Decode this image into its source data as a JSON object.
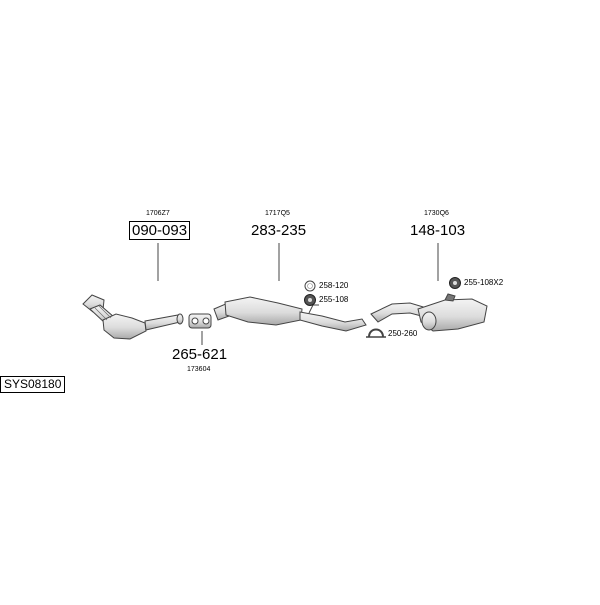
{
  "system_code": "SYS08180",
  "parts": [
    {
      "id": "front_pipe_cat",
      "part_no": "090-093",
      "oe_no": "1706Z7",
      "boxed": true
    },
    {
      "id": "middle_silencer",
      "part_no": "283-235",
      "oe_no": "1717Q5"
    },
    {
      "id": "rear_silencer",
      "part_no": "148-103",
      "oe_no": "1730Q6"
    },
    {
      "id": "clamp",
      "part_no": "265-621",
      "oe_no": "173604"
    }
  ],
  "accessories": [
    {
      "part_no": "258-120",
      "icon": "ring-gasket-icon"
    },
    {
      "part_no": "255-108",
      "icon": "rubber-mount-icon"
    },
    {
      "part_no": "255-108X2",
      "icon": "rubber-mount-icon"
    },
    {
      "part_no": "250-260",
      "icon": "hanger-bracket-icon"
    }
  ],
  "colors": {
    "line": "#444444",
    "part_fill": "#e6e6e6",
    "part_shade": "#bdbdbd"
  }
}
